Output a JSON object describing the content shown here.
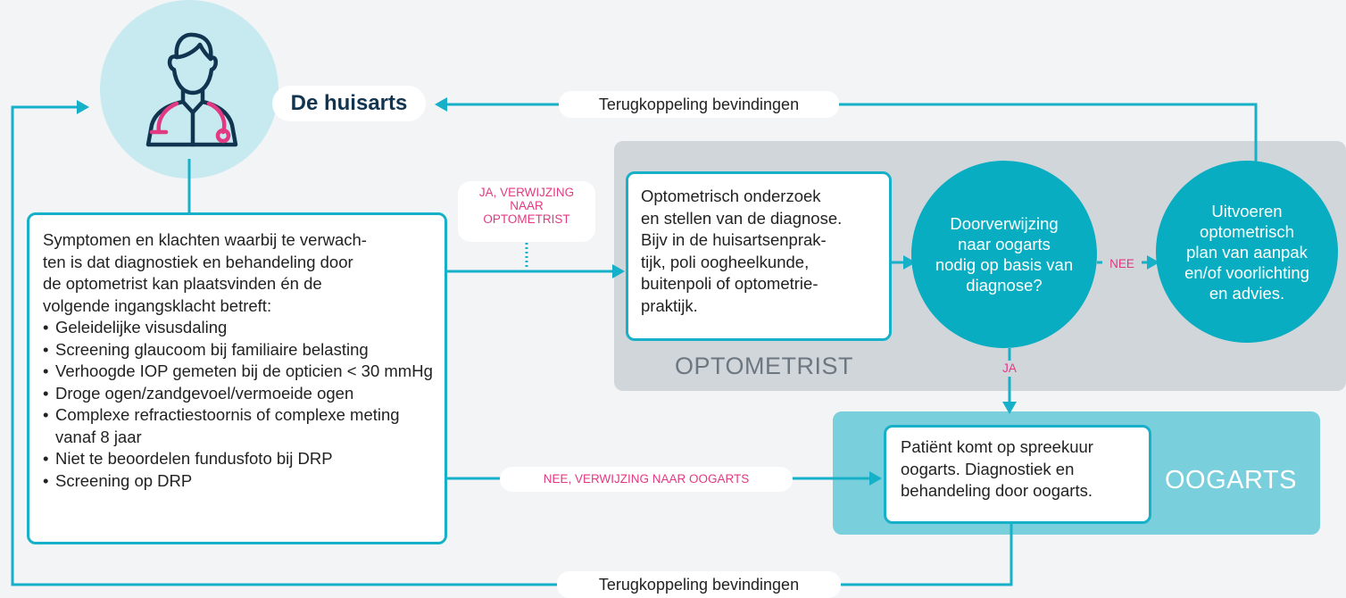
{
  "huisarts": {
    "label": "De huisarts"
  },
  "feedback_top": "Terugkoppeling bevindingen",
  "feedback_bottom": "Terugkoppeling bevindingen",
  "main_box": {
    "intro": "Symptomen en klachten waarbij te verwach-ten is dat diagnostiek en behandeling door de optometrist kan plaatsvinden én de volgende ingangsklacht betreft:",
    "intro_lines": [
      "Symptomen en klachten waarbij te verwach-",
      "ten is dat diagnostiek en behandeling door",
      "de optometrist kan plaatsvinden én de",
      "volgende ingangsklacht betreft:"
    ],
    "items": [
      "Geleidelijke visusdaling",
      "Screening glaucoom bij familiaire belasting",
      "Verhoogde IOP gemeten bij de opticien < 30 mmHg",
      "Droge ogen/zandgevoel/vermoeide ogen",
      "Complexe refractiestoornis of complexe meting vanaf 8 jaar",
      "Niet te beoordelen fundusfoto bij DRP",
      "Screening op DRP"
    ]
  },
  "label_ja_verwijzing": "JA, VERWIJZING NAAR OPTOMETRIST",
  "label_ja_verwijzing_lines": [
    "JA, VERWIJZING",
    "NAAR",
    "OPTOMETRIST"
  ],
  "label_nee_verwijzing": "NEE, VERWIJZING NAAR OOGARTS",
  "optometrist_box": {
    "text": "Optometrisch onderzoek en stellen van de diagnose. Bijv in de huisartsenprak-tijk, poli oogheelkunde, buitenpoli of optometrie-praktijk.",
    "lines": [
      "Optometrisch onderzoek",
      "en stellen van de diagnose.",
      "Bijv in de huisartsenprak-",
      "tijk, poli oogheelkunde,",
      "buitenpoli of optometrie-",
      "praktijk."
    ]
  },
  "decision_circle": {
    "text": "Doorverwijzing naar oogarts nodig op basis van diagnose?",
    "lines": [
      "Doorverwijzing",
      "naar oogarts",
      "nodig op basis van",
      "diagnose?"
    ]
  },
  "label_nee": "NEE",
  "label_ja": "JA",
  "plan_circle": {
    "text": "Uitvoeren optometrisch plan van aanpak en/of voorlichting en advies.",
    "lines": [
      "Uitvoeren",
      "optometrisch",
      "plan van aanpak",
      "en/of voorlichting",
      "en advies."
    ]
  },
  "panel_optometrist": "OPTOMETRIST",
  "oogarts_box": {
    "text": "Patiënt komt op spreekuur oogarts. Diagnostiek en behandeling door oogarts.",
    "lines": [
      "Patiënt komt op spreekuur",
      "oogarts. Diagnostiek en",
      "behandeling door oogarts."
    ]
  },
  "panel_oogarts": "OOGARTS",
  "colors": {
    "teal": "#16b0c8",
    "teal_circle": "#08adc1",
    "navy": "#113551",
    "pink": "#e23a82",
    "grey_panel": "#d1d6db",
    "light_teal_panel": "#79cfdc",
    "avatar_bg": "#c7eaf1"
  },
  "icons": [
    "doctor-icon",
    "stethoscope-icon"
  ]
}
